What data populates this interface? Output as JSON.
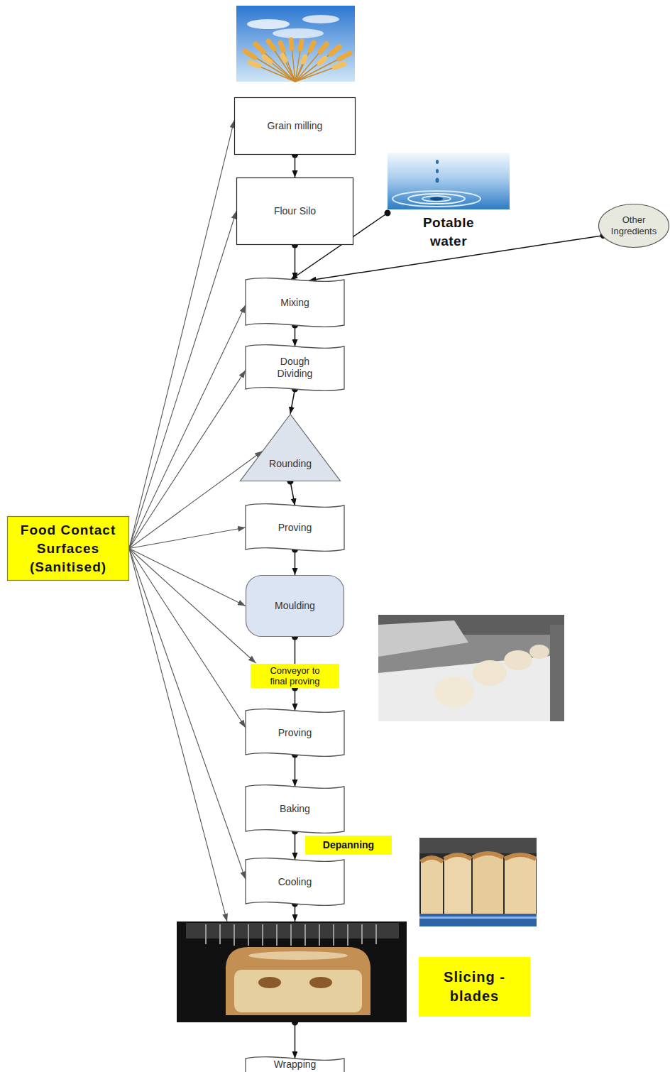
{
  "diagram": {
    "nodes": [
      {
        "text": [
          "Grain milling"
        ]
      },
      {
        "text": [
          "Flour Silo"
        ]
      },
      {
        "text": [
          "Potable water"
        ]
      },
      {
        "text": [
          "Other Ingredients"
        ]
      },
      {
        "text": [
          "Mixing"
        ]
      },
      {
        "text": [
          "Dough Dividing"
        ]
      },
      {
        "text": [
          "Rounding"
        ]
      },
      {
        "text": [
          "Proving"
        ]
      },
      {
        "text": [
          "Food Contact Surfaces (Sanitised)"
        ]
      },
      {
        "text": [
          "Moulding"
        ]
      },
      {
        "text": [
          "Conveyor to final proving"
        ]
      },
      {
        "text": [
          "Proving"
        ]
      },
      {
        "text": [
          "Baking"
        ]
      },
      {
        "text": [
          "Depanning"
        ]
      },
      {
        "text": [
          "Cooling"
        ]
      },
      {
        "text": [
          "Slicing - blades"
        ]
      },
      {
        "text": [
          "Wrapping"
        ]
      }
    ],
    "edges": [
      {
        "from": 0,
        "to": 1,
        "arrow": "to"
      },
      {
        "from": 1,
        "to": 4,
        "arrow": "to"
      },
      {
        "from": 2,
        "to": 4,
        "arrow": "to"
      },
      {
        "from": 3,
        "to": 4,
        "arrow": "to"
      },
      {
        "from": 4,
        "to": 5,
        "arrow": "to"
      },
      {
        "from": 5,
        "to": 6,
        "arrow": "to"
      },
      {
        "from": 6,
        "to": 7,
        "arrow": "to"
      },
      {
        "from": 7,
        "to": 9,
        "arrow": "to"
      },
      {
        "from": 9,
        "to": 10,
        "arrow": "none"
      },
      {
        "from": 10,
        "to": 11,
        "arrow": "to"
      },
      {
        "from": 11,
        "to": 12,
        "arrow": "to"
      },
      {
        "from": 12,
        "to": 14,
        "arrow": "to"
      },
      {
        "from": 14,
        "to": 15,
        "arrow": "to"
      },
      {
        "from": 15,
        "to": 16,
        "arrow": "to"
      },
      {
        "from": 8,
        "to": 0,
        "arrow": "to"
      },
      {
        "from": 8,
        "to": 1,
        "arrow": "to"
      },
      {
        "from": 8,
        "to": 4,
        "arrow": "to"
      },
      {
        "from": 8,
        "to": 5,
        "arrow": "to"
      },
      {
        "from": 8,
        "to": 6,
        "arrow": "to"
      },
      {
        "from": 8,
        "to": 7,
        "arrow": "to"
      },
      {
        "from": 8,
        "to": 9,
        "arrow": "to"
      },
      {
        "from": 8,
        "to": 10,
        "arrow": "to"
      },
      {
        "from": 8,
        "to": 11,
        "arrow": "to"
      },
      {
        "from": 8,
        "to": 14,
        "arrow": "to"
      },
      {
        "from": 8,
        "to": 15,
        "arrow": "to"
      }
    ]
  }
}
